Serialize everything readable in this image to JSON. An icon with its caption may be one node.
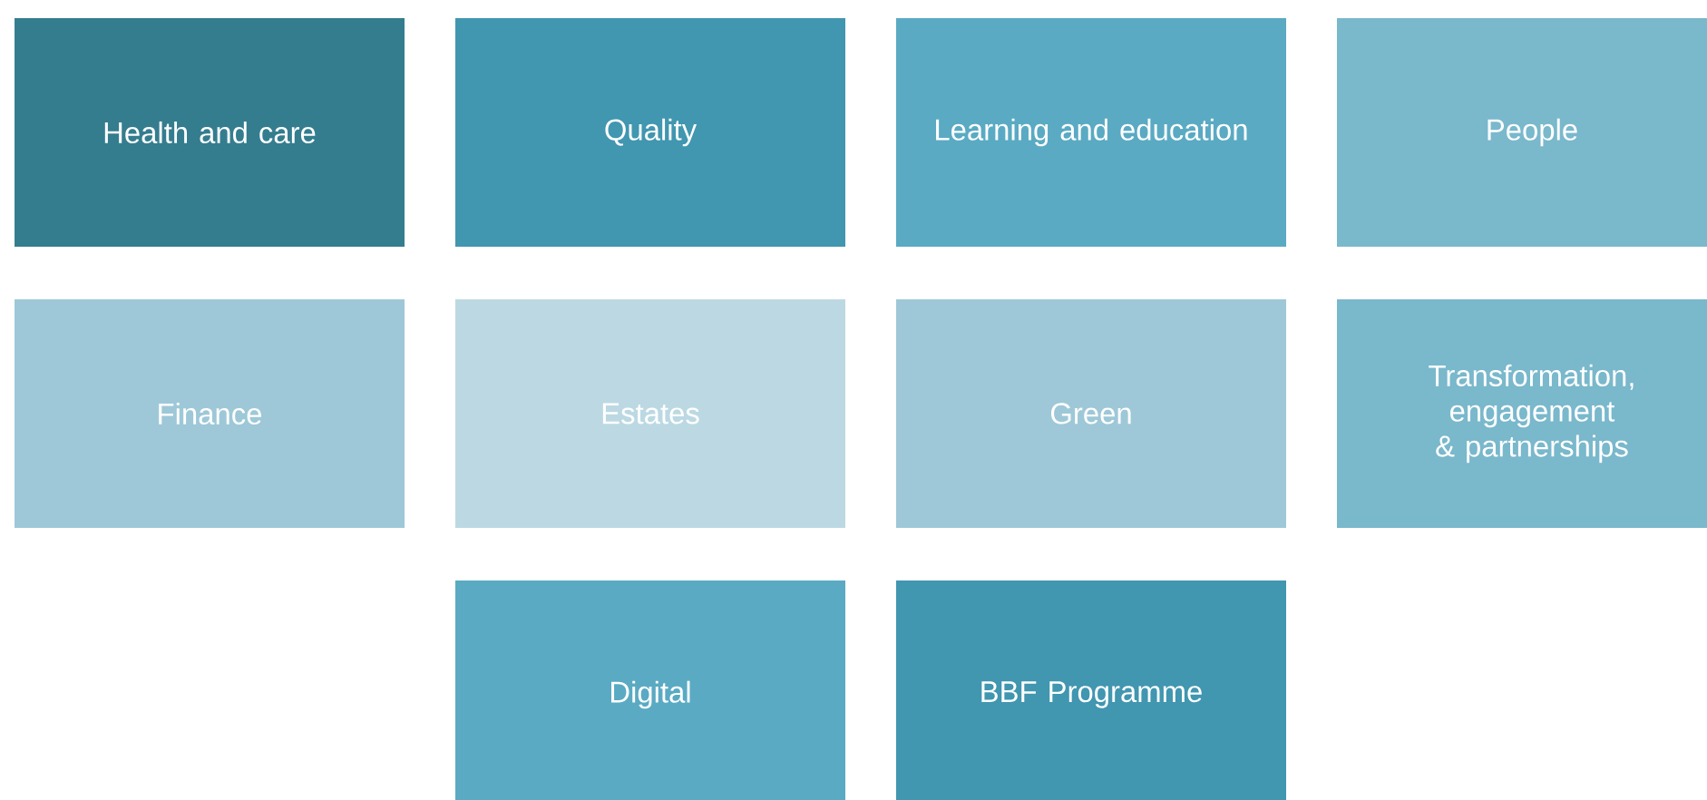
{
  "diagram": {
    "nodes": [
      {
        "text": [
          "Health and care"
        ]
      },
      {
        "text": [
          "Quality"
        ]
      },
      {
        "text": [
          "Learning and education"
        ]
      },
      {
        "text": [
          "People"
        ]
      },
      {
        "text": [
          "Finance"
        ]
      },
      {
        "text": [
          "Estates"
        ]
      },
      {
        "text": [
          "Green"
        ]
      },
      {
        "text": [
          "Transformation, engagement & partnerships"
        ]
      },
      {
        "text": [
          "Digital"
        ]
      },
      {
        "text": [
          "BBF Programme"
        ]
      }
    ]
  }
}
